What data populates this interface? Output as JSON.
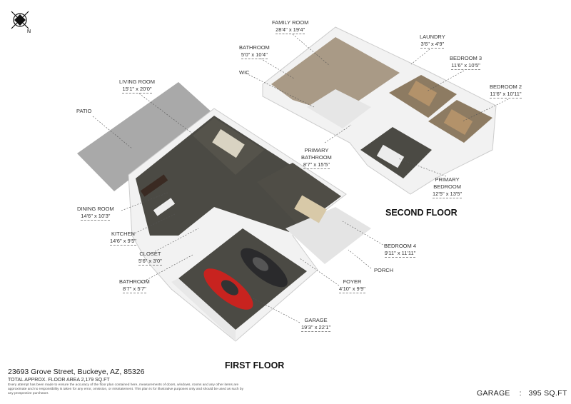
{
  "compass": {
    "label": "N",
    "icon": "compass-north-icon"
  },
  "floors": {
    "second": {
      "title": "SECOND FLOOR"
    },
    "first": {
      "title": "FIRST FLOOR"
    }
  },
  "rooms": {
    "family_room": {
      "name": "FAMILY ROOM",
      "dim": "28'4\" x 19'4\""
    },
    "bathroom_2f": {
      "name": "BATHROOM",
      "dim": "5'0\" x 10'4\""
    },
    "wic": {
      "name": "WIC"
    },
    "laundry": {
      "name": "LAUNDRY",
      "dim": "3'6\" x 4'9\""
    },
    "bedroom_3": {
      "name": "BEDROOM 3",
      "dim": "11'6\" x 10'5\""
    },
    "bedroom_2": {
      "name": "BEDROOM 2",
      "dim": "11'6\" x 10'11\""
    },
    "primary_bathroom": {
      "name": "PRIMARY BATHROOM",
      "name1": "PRIMARY",
      "name2": "BATHROOM",
      "dim": "8'7\" x 15'5\""
    },
    "primary_bedroom": {
      "name1": "PRIMARY",
      "name2": "BEDROOM",
      "dim": "12'5\" x 13'5\""
    },
    "living_room": {
      "name": "LIVING ROOM",
      "dim": "15'1\" x 20'0\""
    },
    "patio": {
      "name": "PATIO"
    },
    "dining_room": {
      "name": "DINING ROOM",
      "dim": "14'6\" x 10'3\""
    },
    "kitchen": {
      "name": "KITCHEN",
      "dim": "14'6\" x 9'5\""
    },
    "closet": {
      "name": "CLOSET",
      "dim": "5'6\" x 3'0\""
    },
    "bathroom_1f": {
      "name": "BATHROOM",
      "dim": "8'7\" x 5'7\""
    },
    "bedroom_4": {
      "name": "BEDROOM 4",
      "dim": "9'11\" x 11'11\""
    },
    "porch": {
      "name": "PORCH"
    },
    "foyer": {
      "name": "FOYER",
      "dim": "4'10\" x 9'9\""
    },
    "garage": {
      "name": "GARAGE",
      "dim": "19'3\" x 22'1\""
    }
  },
  "footer": {
    "address": "23693 Grove Street, Buckeye, AZ, 85326",
    "total_area": "TOTAL APPROX. FLOOR AREA 2,179 SQ.FT",
    "disclaimer": "Every attempt has been made to ensure the accuracy of the floor plan contained here, measurements of doors, windows, rooms and any other items are approximate and no responsibility is taken for any error, omission, or misstatement. This plan is for illustrative purposes only and should be used as such by any prospective purchaser.",
    "garage_label": "GARAGE",
    "garage_sep": ":",
    "garage_area": "395 SQ.FT"
  },
  "colors": {
    "floor_dark": "#4b4a44",
    "floor_beige": "#a99a86",
    "patio": "#a9a9a9",
    "wall": "#f2f2f2",
    "wall_shade": "#cfcfcf",
    "car": "#c8231f"
  }
}
